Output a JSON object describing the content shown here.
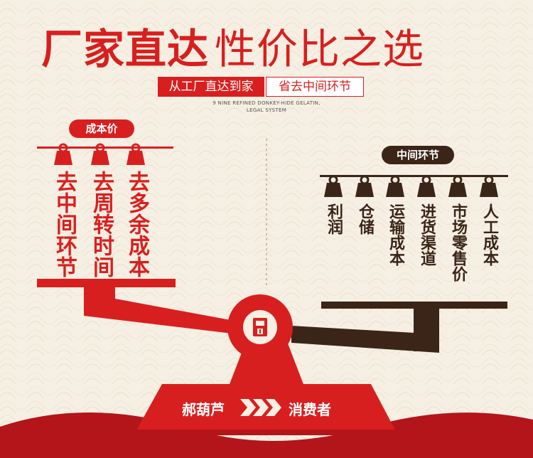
{
  "header": {
    "title_bold": "厂家直达",
    "title_light": "性价比之选",
    "subtitle_left": "从工厂直达到家",
    "subtitle_right": "省去中间环节",
    "english_line1": "9 NINE REFINED DONKEY-HIDE GELATIN,",
    "english_line2": "LEGAL SYSTEM"
  },
  "left_pan": {
    "tag": "成本价",
    "items": [
      "去中间环节",
      "去周转时间",
      "去多余成本"
    ]
  },
  "right_pan": {
    "tag": "中间环节",
    "items": [
      "利润",
      "仓储",
      "运输成本",
      "进货渠道",
      "市场零售价",
      "人工成本"
    ]
  },
  "base": {
    "from": "郝葫芦",
    "to": "消费者"
  },
  "colors": {
    "red": "#d81f1f",
    "brown": "#3a2518",
    "background": "#f6efe3"
  },
  "icons": [
    "weight-icon",
    "box-icon",
    "chevrons-right-icon"
  ]
}
